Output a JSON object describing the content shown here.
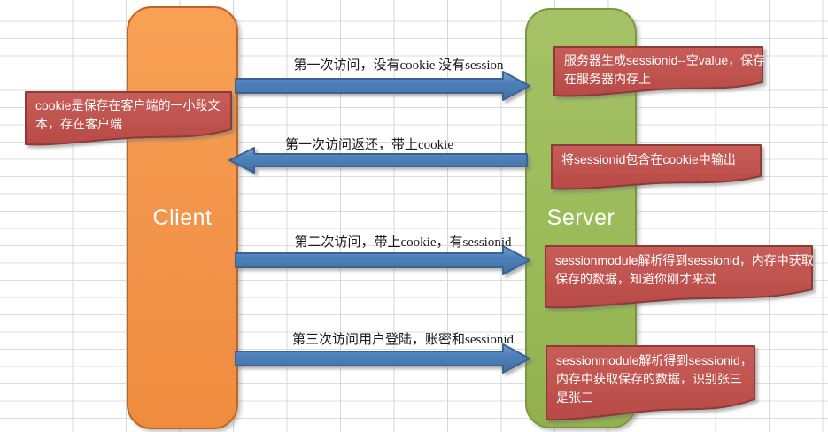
{
  "diagram_title": "cookie-session client server flow",
  "client": {
    "label": "Client"
  },
  "server": {
    "label": "Server"
  },
  "arrows": [
    {
      "label": "第一次访问，没有cookie 没有session",
      "direction": "right",
      "from": "Client",
      "to": "Server"
    },
    {
      "label": "第一次访问返还，带上cookie",
      "direction": "left",
      "from": "Server",
      "to": "Client"
    },
    {
      "label": "第二次访问，带上cookie，有sessionid",
      "direction": "right",
      "from": "Client",
      "to": "Server"
    },
    {
      "label": "第三次访问用户登陆，账密和sessionid",
      "direction": "right",
      "from": "Client",
      "to": "Server"
    }
  ],
  "callouts": [
    {
      "id": "cookie-note",
      "text": "cookie是保存在客户端的一小段文\n本，存在客户端"
    },
    {
      "id": "server-generate-note",
      "text": "服务器生成sessionid--空value，保存\n在服务器内存上"
    },
    {
      "id": "sessionid-in-cookie-note",
      "text": "将sessionid包含在cookie中输出"
    },
    {
      "id": "session-parse-note-1",
      "text": "sessionmodule解析得到sessionid，内存中获取\n保存的数据，知道你刚才来过"
    },
    {
      "id": "session-parse-note-2",
      "text": "sessionmodule解析得到sessionid，\n内存中获取保存的数据，识别张三\n是张三"
    }
  ],
  "colors": {
    "client_fill": "#F2944A",
    "client_border": "#BF6522",
    "server_fill": "#9BBB59",
    "server_border": "#7A9740",
    "arrow_fill": "#4F81BD",
    "arrow_border": "#3A6391",
    "callout_fill": "#C0504D",
    "callout_border": "#8C3B39",
    "grid_line": "#D7D7D7"
  }
}
